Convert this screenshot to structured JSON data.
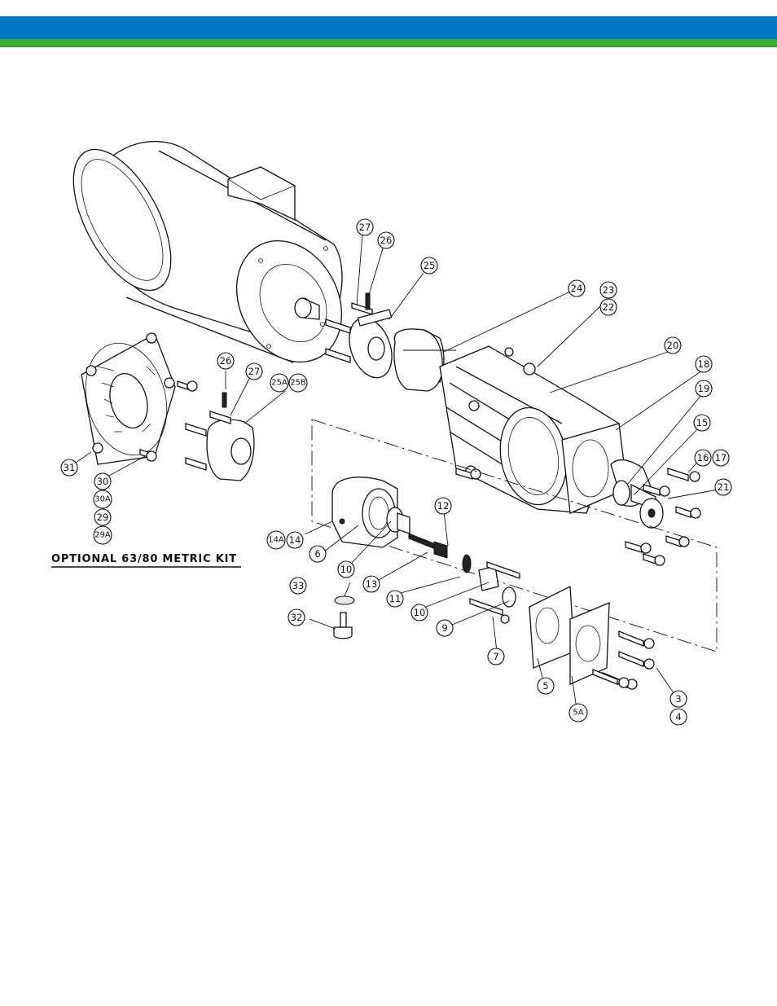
{
  "header": {
    "band_colors": {
      "top": "#0077c0",
      "bottom": "#3aaa35"
    }
  },
  "diagram": {
    "kit_title": "OPTIONAL 63/80 METRIC KIT",
    "callouts": [
      "27",
      "26",
      "25",
      "24",
      "23",
      "22",
      "20",
      "18",
      "19",
      "15",
      "16",
      "17",
      "21",
      "26",
      "27",
      "25A",
      "25B",
      "31",
      "30",
      "30A",
      "29",
      "29A",
      "12",
      "14A",
      "14",
      "6",
      "10",
      "13",
      "11",
      "10",
      "9",
      "7",
      "33",
      "32",
      "5",
      "5A",
      "3",
      "4"
    ]
  }
}
